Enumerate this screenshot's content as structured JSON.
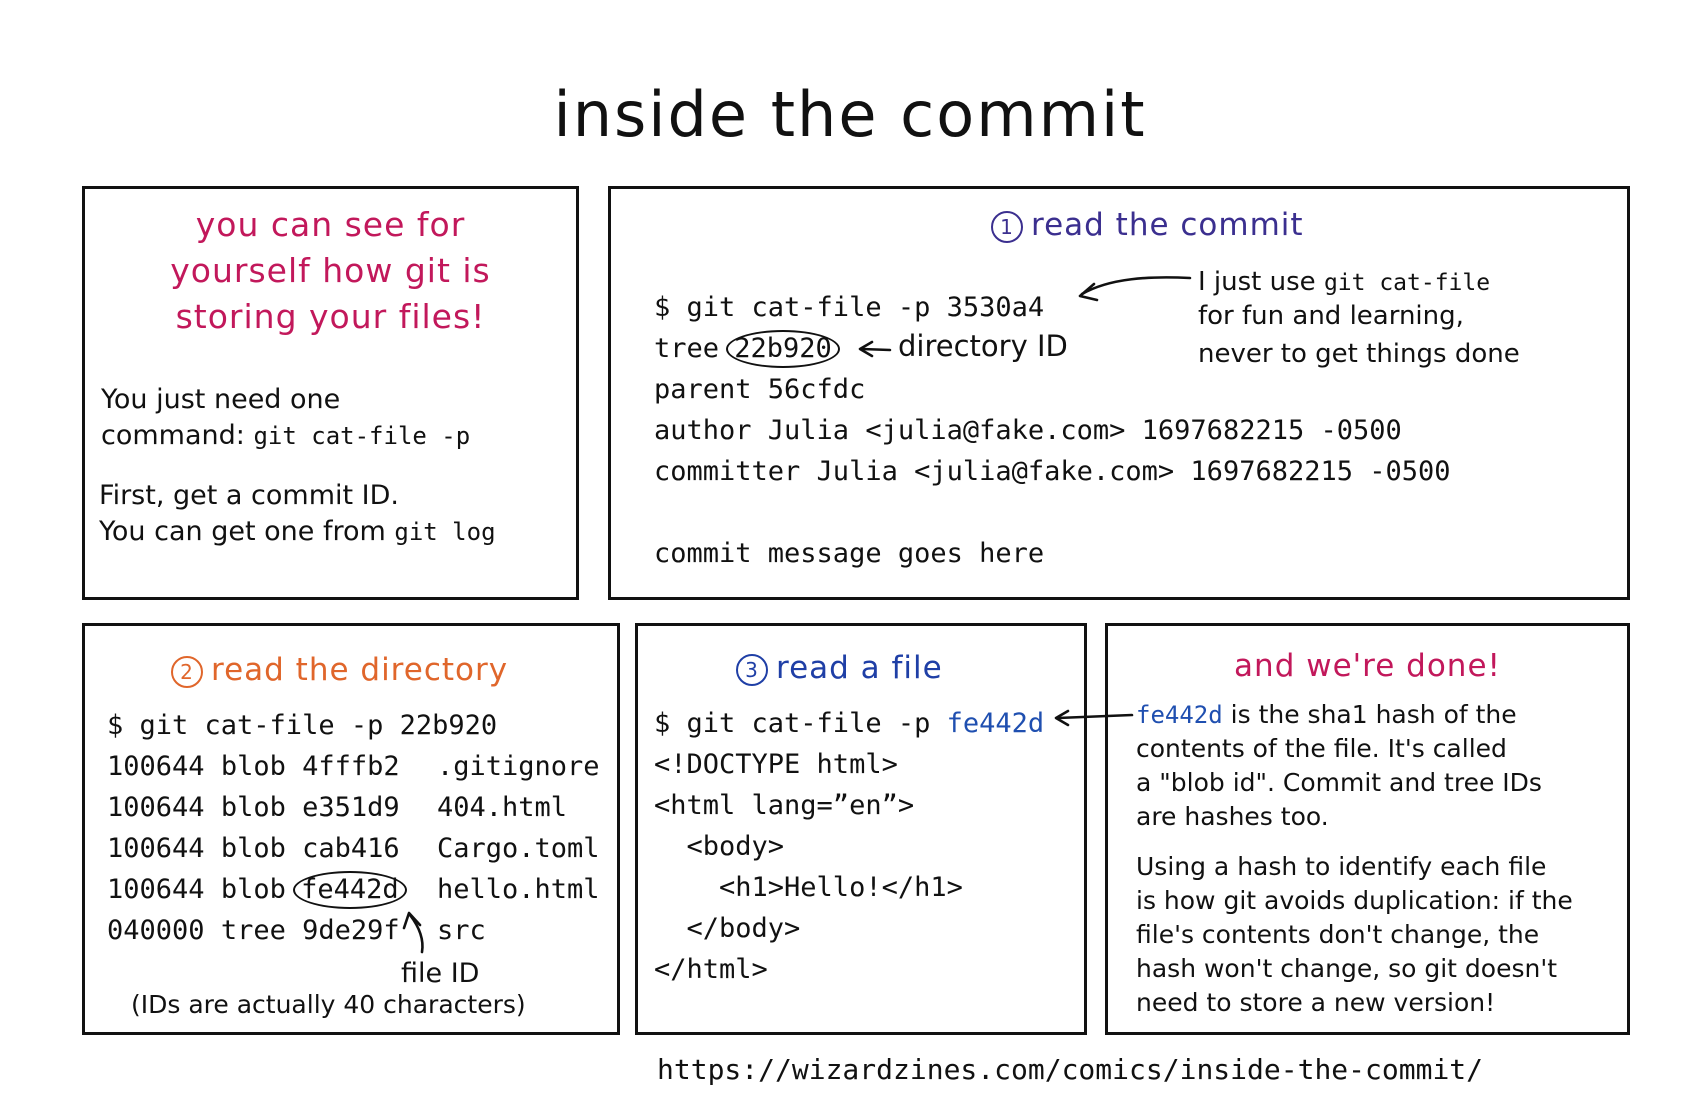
{
  "title": "inside the commit",
  "intro": {
    "heading": [
      "you can see for",
      "yourself how git is",
      "storing your files!"
    ],
    "line1": "You just need one",
    "line2_text": "command: ",
    "line2_code": "git cat-file -p",
    "line3": "First, get a commit ID.",
    "line4_text": "You can get one from ",
    "line4_code": "git log"
  },
  "step1": {
    "number": "1",
    "heading": "read the commit",
    "command": "$ git cat-file -p 3530a4",
    "tree_label": "tree ",
    "tree_id": "22b920",
    "parent": "parent 56cfdc",
    "author": "author Julia <julia@fake.com> 1697682215 -0500",
    "committer": "committer Julia <julia@fake.com> 1697682215 -0500",
    "message": "commit message goes here",
    "annotation_directory": "directory ID",
    "aside_prefix": "I just use ",
    "aside_code": "git cat-file",
    "aside_line2": "for fun and learning,",
    "aside_line3": "never to get things done"
  },
  "step2": {
    "number": "2",
    "heading": "read the directory",
    "command": "$ git cat-file -p 22b920",
    "rows": [
      {
        "mode": "100644",
        "type": "blob",
        "id": "4fffb2",
        "name": ".gitignore"
      },
      {
        "mode": "100644",
        "type": "blob",
        "id": "e351d9",
        "name": "404.html"
      },
      {
        "mode": "100644",
        "type": "blob",
        "id": "cab416",
        "name": "Cargo.toml"
      },
      {
        "mode": "100644",
        "type": "blob",
        "id": "fe442d",
        "name": "hello.html"
      },
      {
        "mode": "040000",
        "type": "tree",
        "id": "9de29f",
        "name": "src"
      }
    ],
    "file_id_label": "file ID",
    "footnote": "(IDs are actually 40 characters)"
  },
  "step3": {
    "number": "3",
    "heading": "read a file",
    "command_prefix": "$ git cat-file -p ",
    "command_hash": "fe442d",
    "lines": [
      "<!DOCTYPE html>",
      "<html lang=”en”>",
      "  <body>",
      "    <h1>Hello!</h1>",
      "  </body>",
      "</html>"
    ]
  },
  "done": {
    "heading": "and we're done!",
    "hash": "fe442d",
    "p1_line1_rest": " is the sha1 hash of the",
    "p1_lines": [
      "contents of the file. It's called",
      "a \"blob id\". Commit and tree IDs",
      "are hashes too."
    ],
    "p2_lines": [
      "Using a hash to identify each file",
      "is how git avoids duplication: if the",
      "file's contents don't change, the",
      "hash won't change, so git doesn't",
      "need to store a new version!"
    ]
  },
  "footer_url": "https://wizardzines.com/comics/inside-the-commit/",
  "colors": {
    "pink": "#c2185b",
    "purple": "#3b2f8f",
    "orange": "#e0662b",
    "blue": "#1f3fa6"
  }
}
